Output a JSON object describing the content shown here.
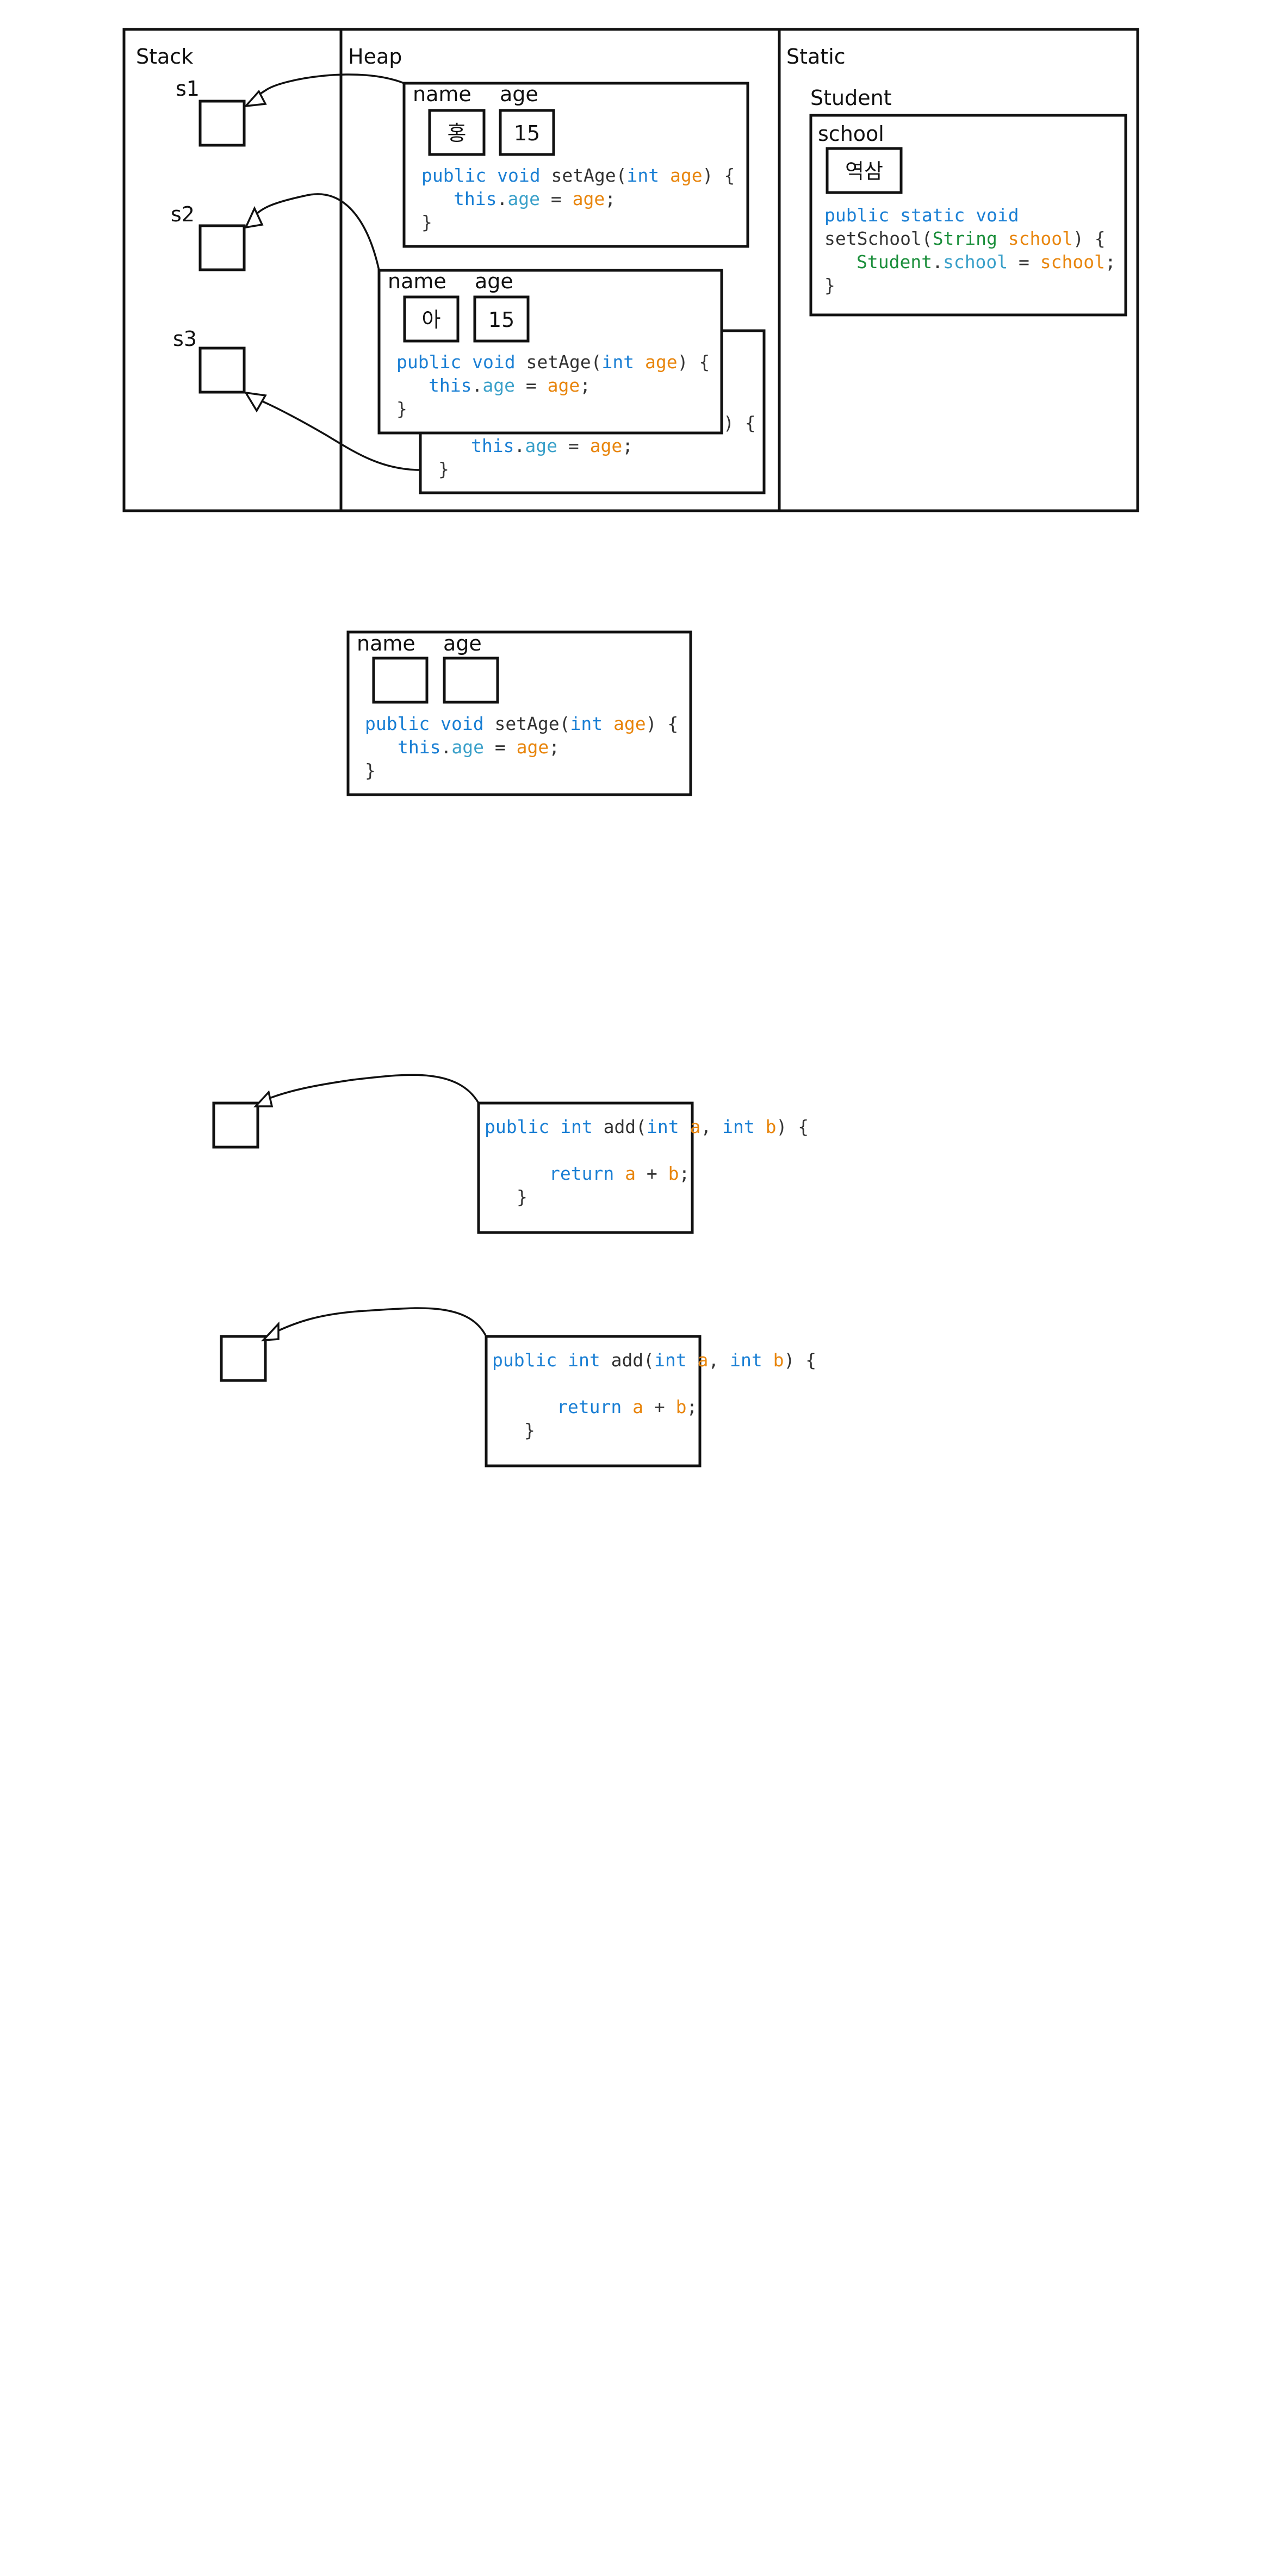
{
  "colors": {
    "keyword": "#1a7fd4",
    "parameter": "#e8850c",
    "field": "#3aa0c9",
    "type": "#1c8f3c",
    "text": "#333333",
    "stroke": "#111111"
  },
  "memory": {
    "stack_label": "Stack",
    "heap_label": "Heap",
    "static_label": "Static",
    "stack_vars": [
      "s1",
      "s2",
      "s3"
    ],
    "objects": [
      {
        "name_label": "name",
        "age_label": "age",
        "name_value": "홍",
        "age_value": "15"
      },
      {
        "name_label": "name",
        "age_label": "age",
        "name_value": "아",
        "age_value": "15"
      }
    ],
    "hidden_object_tail": {
      "brace_fragment": ") {",
      "body": "this.age = age;",
      "close": "}"
    },
    "set_age": {
      "kw_public": "public",
      "kw_void": "void",
      "method": " setAge(",
      "kw_int": "int",
      "param": "age",
      "close_sig": ") {",
      "kw_this": "this",
      "dot": ".",
      "field": "age",
      "assign": " = ",
      "semi": ";",
      "close": "}"
    },
    "static_class": {
      "class_name": "Student",
      "field_label": "school",
      "field_value": "역삼",
      "kw_public": "public",
      "kw_static": "static",
      "kw_void": "void",
      "method": "setSchool(",
      "type": "String",
      "param": "school",
      "close_sig": ") {",
      "class_ref": "Student",
      "dot": ".",
      "field": "school",
      "assign": " = ",
      "semi": ";",
      "close": "}"
    }
  },
  "template_object": {
    "name_label": "name",
    "age_label": "age"
  },
  "add_methods": {
    "kw_public": "public",
    "kw_int": "int",
    "method": " add(",
    "param_a": "a",
    "comma": ", ",
    "param_b": "b",
    "close_sig": ") {",
    "kw_return": "return",
    "plus": " + ",
    "semi": ";",
    "close": "}"
  }
}
